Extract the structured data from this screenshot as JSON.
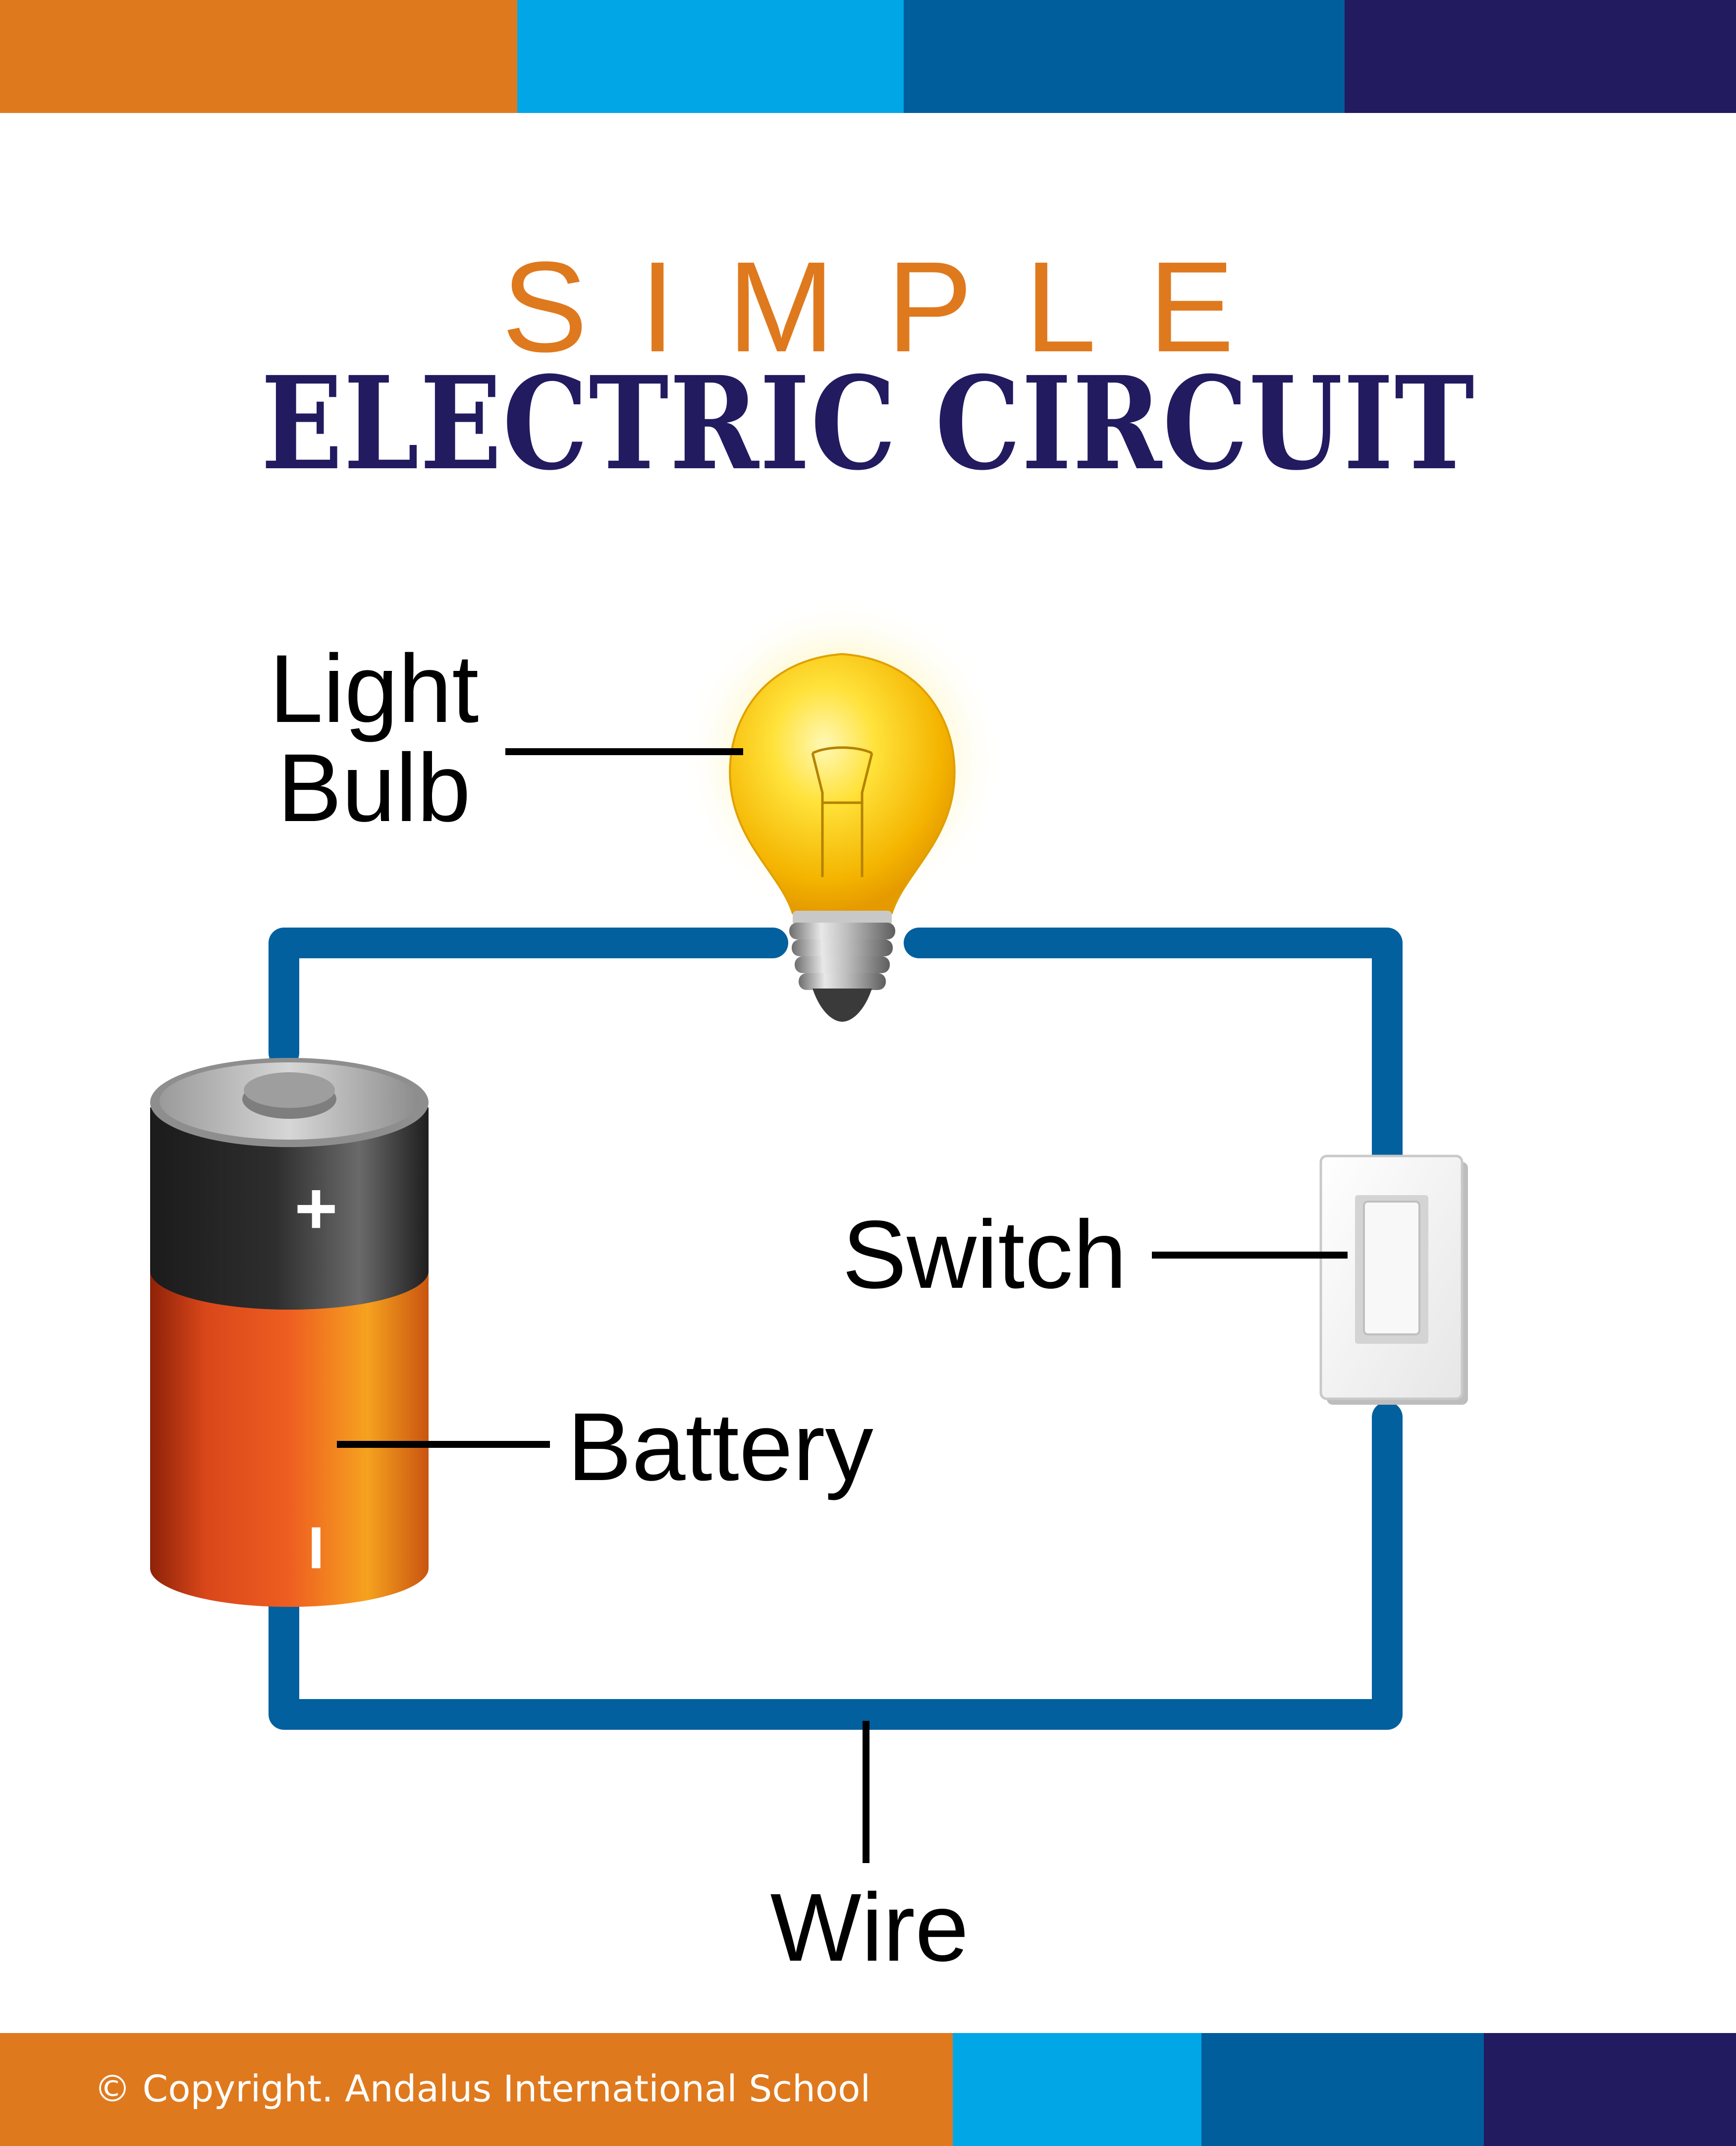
{
  "title": {
    "line1": "SIMPLE",
    "line2": "ELECTRIC CIRCUIT"
  },
  "labels": {
    "bulb_line1": "Light",
    "bulb_line2": "Bulb",
    "switch": "Switch",
    "battery": "Battery",
    "wire": "Wire"
  },
  "battery": {
    "plus_sign": "+",
    "minus_sign": "I"
  },
  "footer": {
    "copyright": "© Copyright. Andalus International School"
  },
  "colors": {
    "orange": "#DF791E",
    "light_blue": "#00A6E6",
    "mid_blue": "#005E9D",
    "navy": "#221B60",
    "wire": "#02609F"
  },
  "icons": [
    "light-bulb-icon",
    "battery-icon",
    "switch-icon"
  ]
}
